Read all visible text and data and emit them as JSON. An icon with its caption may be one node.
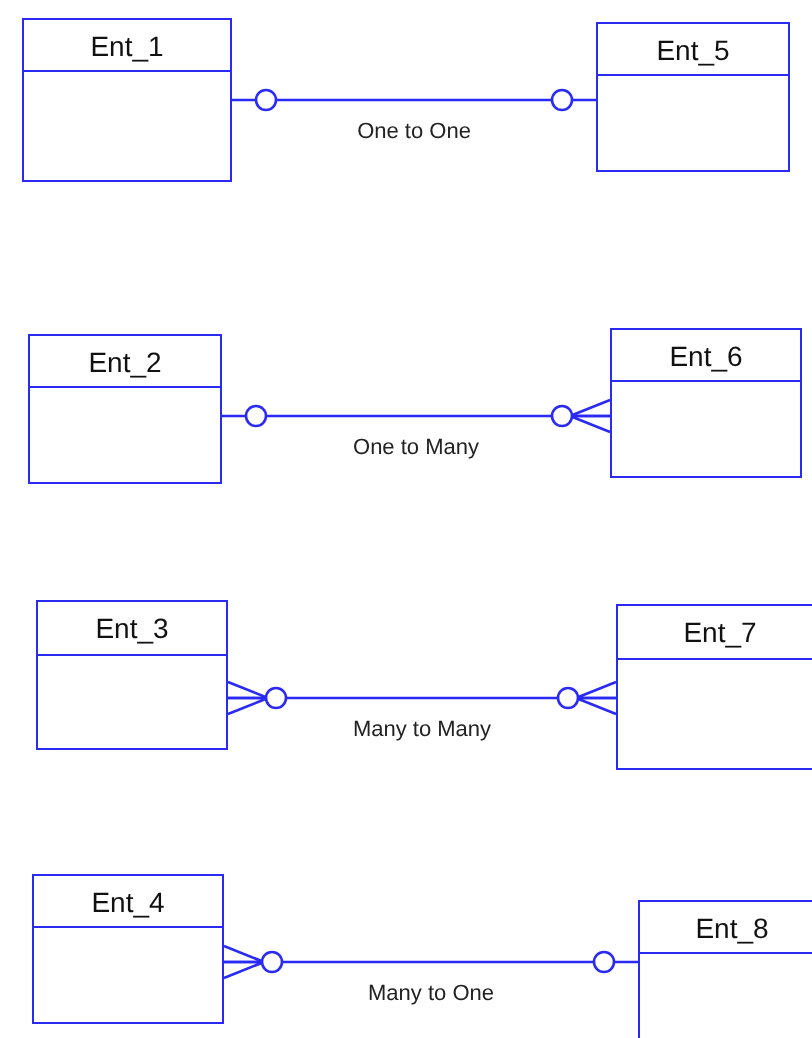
{
  "diagram": {
    "nodes": [
      {
        "text": [
          "Ent_1"
        ]
      },
      {
        "text": [
          "Ent_5"
        ]
      },
      {
        "text": [
          "Ent_2"
        ]
      },
      {
        "text": [
          "Ent_6"
        ]
      },
      {
        "text": [
          "Ent_3"
        ]
      },
      {
        "text": [
          "Ent_7"
        ]
      },
      {
        "text": [
          "Ent_4"
        ]
      },
      {
        "text": [
          "Ent_8"
        ]
      }
    ],
    "edges": [
      {
        "from": 0,
        "to": 1,
        "arrow": "other",
        "label": "One to One"
      },
      {
        "from": 2,
        "to": 3,
        "arrow": "other",
        "label": "One to Many"
      },
      {
        "from": 4,
        "to": 5,
        "arrow": "other",
        "label": "Many to Many"
      },
      {
        "from": 6,
        "to": 7,
        "arrow": "other",
        "label": "Many to One"
      }
    ]
  }
}
